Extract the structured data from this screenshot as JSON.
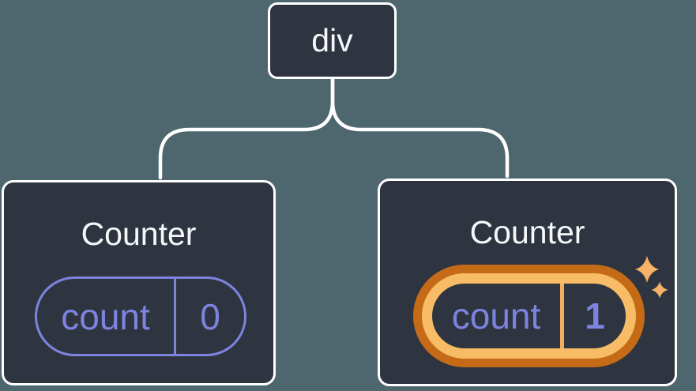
{
  "diagram": {
    "description": "React component tree diagram: div root with two Counter children and their count state pills",
    "background_color": "#4E666D",
    "connector_color": "#FFFFFF",
    "root": {
      "label": "div"
    },
    "children": [
      {
        "title": "Counter",
        "state": {
          "key": "count",
          "value": "0"
        },
        "highlighted": false
      },
      {
        "title": "Counter",
        "state": {
          "key": "count",
          "value": "1"
        },
        "highlighted": true
      }
    ],
    "icons": {
      "sparkles": "sparkles-icon"
    },
    "colors": {
      "card_fill": "#2F3540",
      "card_border": "#FFFFFF",
      "text_primary": "#F6F7F9",
      "state_accent": "#7C84DF",
      "highlight_ring_outer": "#C56A17",
      "highlight_ring_inner": "#F8BC66",
      "highlight_divider": "#F2B05E",
      "sparkle": "#F6B266"
    }
  }
}
